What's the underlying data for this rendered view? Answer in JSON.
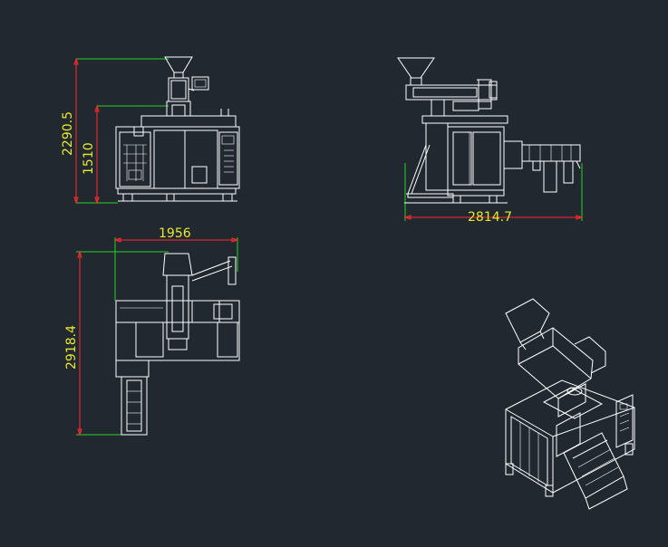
{
  "drawing": {
    "background": "#212830",
    "line_color": "#ffffff",
    "dimension_text_color": "#e8e830",
    "extension_line_color": "#22d422",
    "dimension_line_color": "#ff2a2a"
  },
  "dimensions": {
    "front_total_height": "2290.5",
    "front_body_height": "1510",
    "side_total_length": "2814.7",
    "top_width": "1956",
    "top_depth": "2918.4"
  },
  "views": [
    "front-view",
    "side-view",
    "top-view",
    "isometric-view"
  ]
}
